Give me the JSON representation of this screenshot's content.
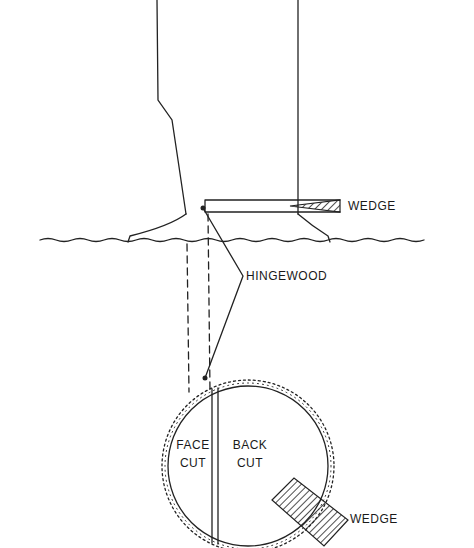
{
  "diagram": {
    "nodes": [
      {
        "text": [
          "FACE CUT",
          "BACK CUT"
        ]
      }
    ],
    "labels": [
      "WEDGE",
      "HINGEWOOD",
      "WEDGE"
    ]
  }
}
